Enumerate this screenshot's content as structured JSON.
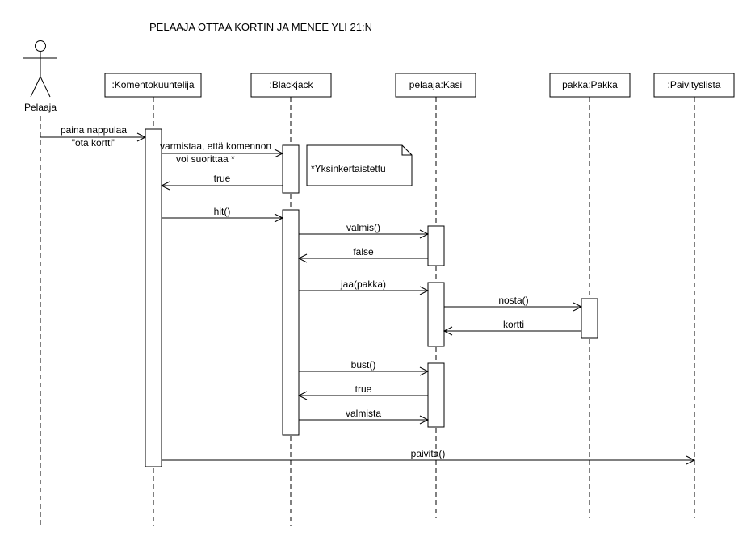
{
  "title": "PELAAJA OTTAA KORTIN JA MENEE YLI 21:N",
  "actor": {
    "label": "Pelaaja"
  },
  "participants": [
    {
      "id": "komentokuuntelija",
      "label": ":Komentokuuntelija"
    },
    {
      "id": "blackjack",
      "label": ":Blackjack"
    },
    {
      "id": "kasi",
      "label": "pelaaja:Kasi"
    },
    {
      "id": "pakka",
      "label": "pakka:Pakka"
    },
    {
      "id": "paivityslista",
      "label": ":Paivityslista"
    }
  ],
  "messages": [
    {
      "id": "paina",
      "lines": [
        "paina nappulaa",
        "\"ota kortti\""
      ],
      "from": "actor",
      "to": "komentokuuntelija",
      "kind": "call"
    },
    {
      "id": "varmistaa",
      "lines": [
        "varmistaa, että komennon",
        "voi suorittaa *"
      ],
      "from": "komentokuuntelija",
      "to": "blackjack",
      "kind": "call"
    },
    {
      "id": "true1",
      "lines": [
        "true"
      ],
      "from": "blackjack",
      "to": "komentokuuntelija",
      "kind": "return"
    },
    {
      "id": "hit",
      "lines": [
        "hit()"
      ],
      "from": "komentokuuntelija",
      "to": "blackjack",
      "kind": "call"
    },
    {
      "id": "valmis",
      "lines": [
        "valmis()"
      ],
      "from": "blackjack",
      "to": "kasi",
      "kind": "call"
    },
    {
      "id": "false",
      "lines": [
        "false"
      ],
      "from": "kasi",
      "to": "blackjack",
      "kind": "return"
    },
    {
      "id": "jaa",
      "lines": [
        "jaa(pakka)"
      ],
      "from": "blackjack",
      "to": "kasi",
      "kind": "call"
    },
    {
      "id": "nosta",
      "lines": [
        "nosta()"
      ],
      "from": "kasi",
      "to": "pakka",
      "kind": "call"
    },
    {
      "id": "kortti",
      "lines": [
        "kortti"
      ],
      "from": "pakka",
      "to": "kasi",
      "kind": "return"
    },
    {
      "id": "bust",
      "lines": [
        "bust()"
      ],
      "from": "blackjack",
      "to": "kasi",
      "kind": "call"
    },
    {
      "id": "true2",
      "lines": [
        "true"
      ],
      "from": "kasi",
      "to": "blackjack",
      "kind": "return"
    },
    {
      "id": "valmista",
      "lines": [
        "valmista"
      ],
      "from": "blackjack",
      "to": "kasi",
      "kind": "call"
    },
    {
      "id": "paivita",
      "lines": [
        "paivita()"
      ],
      "from": "komentokuuntelija",
      "to": "paivityslista",
      "kind": "call"
    }
  ],
  "note": {
    "text": "*Yksinkertaistettu"
  }
}
